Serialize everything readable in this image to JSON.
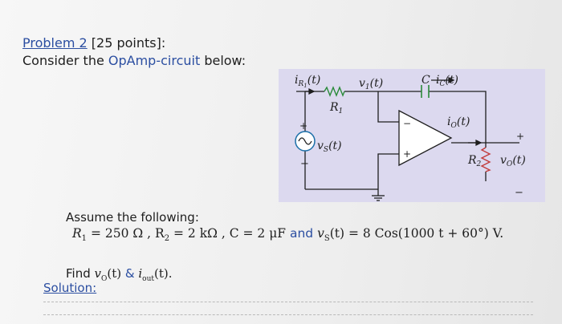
{
  "header": {
    "problem_link": "Problem 2",
    "points": "[25 points]:",
    "subtitle_pre": "Consider the ",
    "subtitle_accent": "OpAmp-circuit",
    "subtitle_post": " below:"
  },
  "circuit": {
    "i_r1": "i",
    "i_r1_sub": "R",
    "i_r1_subsub": "1",
    "i_r1_arg": "(t)",
    "v1": "v",
    "v1_sub": "1",
    "v1_arg": "(t)",
    "c_label": "C",
    "ic": "i",
    "ic_sub": "C",
    "ic_arg": "(t)",
    "r1_label": "R",
    "r1_sub": "1",
    "io": "i",
    "io_sub": "O",
    "io_arg": "(t)",
    "plus_src": "+",
    "minus_src": "−",
    "vs": "v",
    "vs_sub": "S",
    "vs_arg": "(t)",
    "op_minus": "−",
    "op_plus": "+",
    "plus_out": "+",
    "minus_out": "−",
    "r2_label": "R",
    "r2_sub": "2",
    "vo": "v",
    "vo_sub": "O",
    "vo_arg": "(t)",
    "panel_color": "#dcd9ef",
    "wire_color": "#1e1e1e",
    "resistor_color": "#2a8a3a",
    "resistor2_color": "#c23b3b",
    "source_color": "#1b6fa8"
  },
  "body": {
    "assume": "Assume the following:",
    "givens_a": "R",
    "givens_a_sub": "1",
    "givens_b": " = 250 Ω , R",
    "givens_b_sub": "2",
    "givens_c": " = 2 kΩ , C = 2 μF ",
    "givens_and": "and",
    "givens_d": " v",
    "givens_d_sub": "S",
    "givens_e": "(t) = 8 Cos(1000 t + 60°) V.",
    "find_pre": "Find ",
    "find_vo": "v",
    "find_vo_sub": "O",
    "find_mid": "(t) ",
    "find_amp": "&",
    "find_iout": " i",
    "find_iout_sub": "out",
    "find_post": "(t).",
    "solution": "Solution:"
  }
}
